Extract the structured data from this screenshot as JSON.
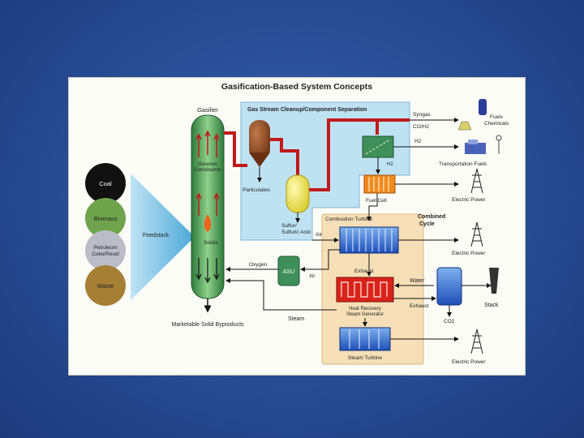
{
  "diagram": {
    "title": "Gasification-Based System Concepts",
    "feedstocks": [
      "Coal",
      "Biomass",
      "Petroleum Coke/Resid",
      "Waste"
    ],
    "feedstock_label": "Feedstock",
    "gasifier": {
      "title": "Gasifier",
      "gaseous": "Gaseous Constituents",
      "solids": "Solids",
      "byproducts": "Marketable Solid Byproducts"
    },
    "cleanup": {
      "title": "Gas Stream Cleanup/Component Separation",
      "particulates": "Particulates",
      "sulfur": "Sulfur/ Sulfuric Acid",
      "h2_inner": "H2"
    },
    "flows": {
      "syngas": "Syngas",
      "co_h2": "CO/H2",
      "h2": "H2",
      "air_top": "Air",
      "air_asu": "Air",
      "oxygen": "Oxygen",
      "asu": "ASU",
      "steam": "Steam",
      "exhaust_turbine": "Exhaust",
      "water": "Water",
      "exhaust_hrsg": "Exhaust",
      "co2": "CO2"
    },
    "blocks": {
      "fuel_cell": "Fuel Cell",
      "combustion_turbine": "Combustion Turbine",
      "combined_cycle": "Combined Cycle",
      "hrsg": "Heat Recovery Steam Generator",
      "steam_turbine": "Steam Turbine"
    },
    "products": {
      "fuels_chemicals": "Fuels Chemicals",
      "transportation": "Transportation Fuels",
      "power1": "Electric Power",
      "power2": "Electric Power",
      "power3": "Electric Power",
      "stack": "Stack"
    }
  }
}
